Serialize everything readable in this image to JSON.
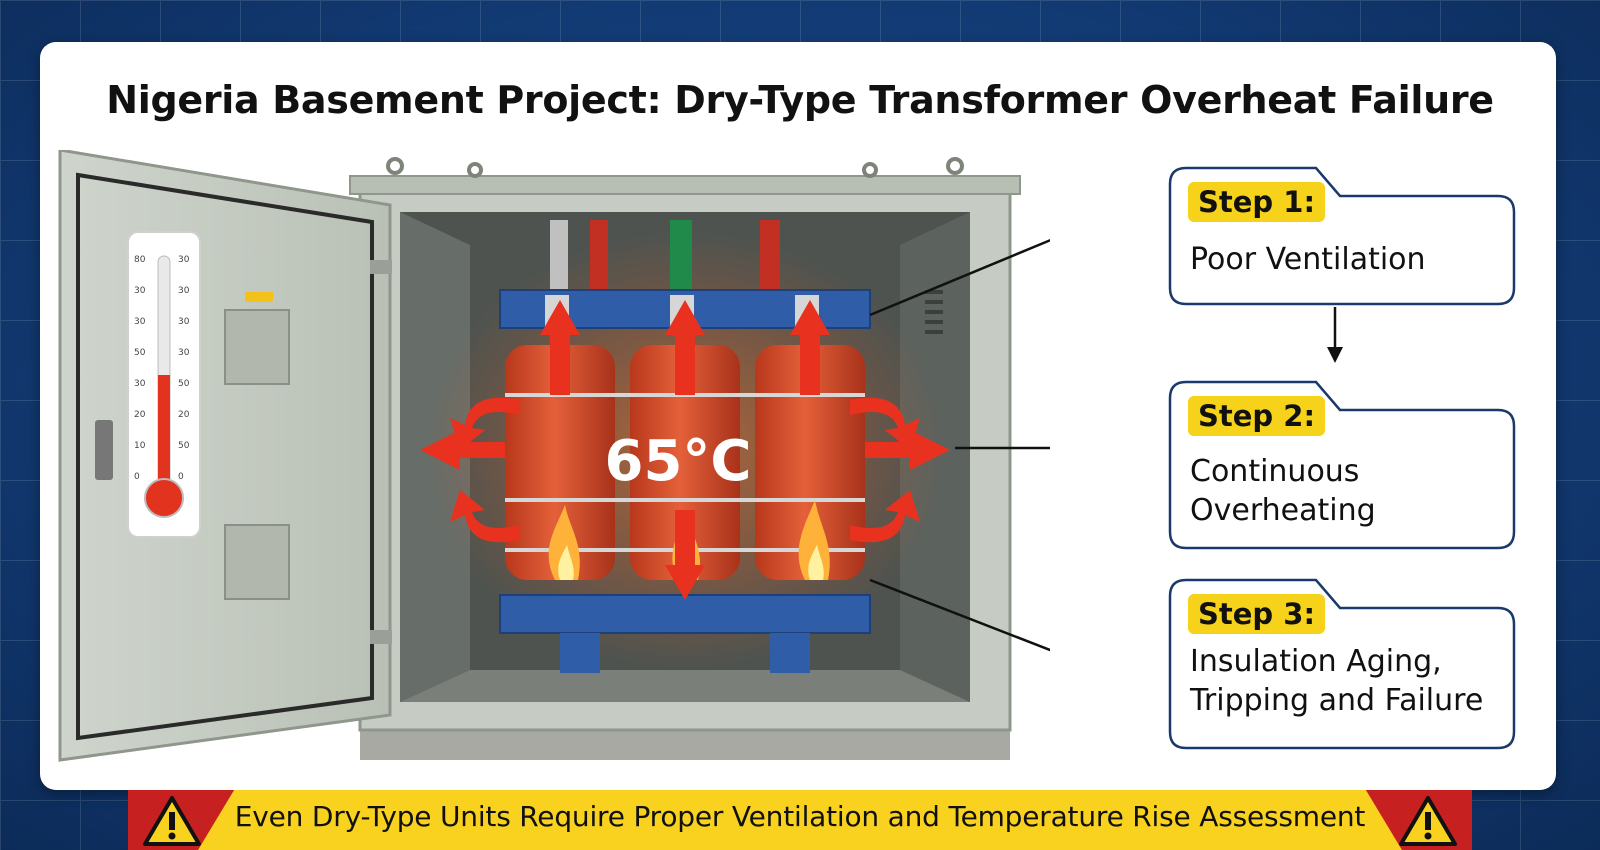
{
  "title": "Nigeria Basement Project: Dry-Type Transformer Overheat Failure",
  "temperature_label": "65°C",
  "thermometer_scale_left": [
    "80",
    "30",
    "30",
    "50",
    "30",
    "20",
    "10",
    "0"
  ],
  "thermometer_scale_right": [
    "30",
    "30",
    "30",
    "30",
    "50",
    "20",
    "50",
    "0"
  ],
  "steps": [
    {
      "badge": "Step 1:",
      "lines": [
        "Poor Ventilation"
      ]
    },
    {
      "badge": "Step 2:",
      "lines": [
        "Continuous",
        "Overheating"
      ]
    },
    {
      "badge": "Step 3:",
      "lines": [
        "Insulation Aging,",
        "Tripping and Failure"
      ]
    }
  ],
  "footer_text": "Even Dry-Type Units Require Proper Ventilation and Temperature Rise Assessment",
  "colors": {
    "background": "#123a73",
    "step_badge": "#f6d21a",
    "step_border": "#1b3a6b",
    "footer_red": "#c62020",
    "footer_yellow": "#f8d21f",
    "coil": "#d8502a",
    "frame_blue": "#2f5da8",
    "cabinet": "#c9cfc6"
  }
}
